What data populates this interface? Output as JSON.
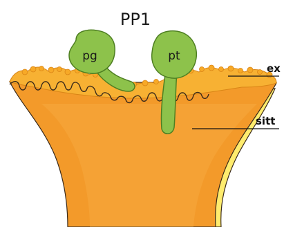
{
  "title": "PP1",
  "labels": {
    "pollen_grain": "pg",
    "pollen_tube": "pt",
    "exudate": "ex",
    "stigma_tissue": "sitt"
  },
  "colors": {
    "stigma_fill": "#f39a2a",
    "stigma_highlight": "#f8b24a",
    "exudate_fill": "#f7b133",
    "exudate_stroke": "#d98516",
    "outline": "#3a2a1a",
    "edge_band": "#ffec6e",
    "cell_fill": "#8dc24b",
    "cell_stroke": "#4e7f22"
  }
}
